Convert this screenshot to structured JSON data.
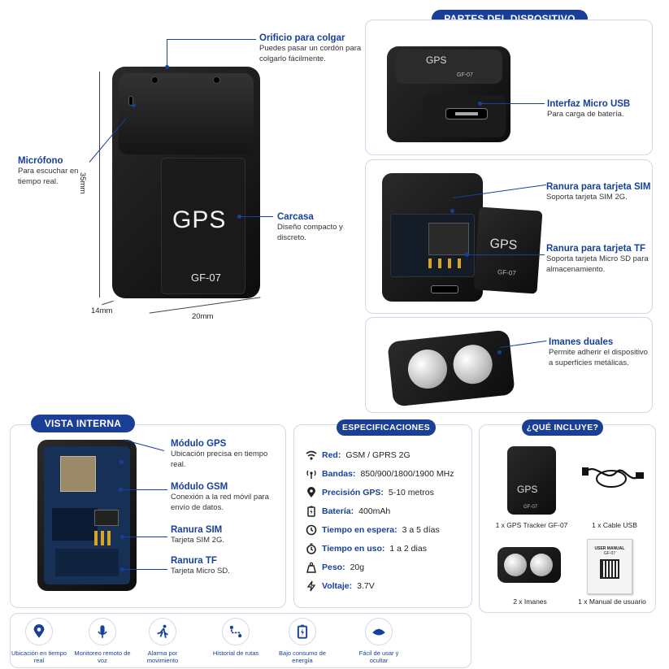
{
  "main_device": {
    "gps_label": "GPS",
    "model_label": "GF-07",
    "dims": {
      "height": "35mm",
      "depth": "14mm",
      "width": "20mm"
    },
    "callouts": [
      {
        "title": "Orificio para colgar",
        "desc": "Puedes pasar un cordón para colgarlo fácilmente."
      },
      {
        "title": "Micrófono",
        "desc": "Para escuchar en tiempo real."
      },
      {
        "title": "Carcasa",
        "desc": "Diseño compacto y discreto."
      }
    ]
  },
  "parts": {
    "heading": "PARTES DEL DISPOSITIVO",
    "usb": {
      "title": "Interfaz Micro USB",
      "desc": "Para carga de batería.",
      "device_label": "GPS",
      "device_model": "GF-07"
    },
    "sim": {
      "title": "Ranura para tarjeta SIM",
      "desc": "Soporta tarjeta SIM 2G."
    },
    "tf": {
      "title": "Ranura para tarjeta TF",
      "desc": "Soporta tarjeta Micro SD para almacenamiento.",
      "cover_label": "GPS",
      "cover_model": "GF-07"
    },
    "magnets": {
      "title": "Imanes duales",
      "desc": "Permite adherir el dispositivo a superficies metálicas."
    }
  },
  "internal": {
    "heading": "VISTA INTERNA",
    "items": [
      {
        "title": "Módulo GPS",
        "desc": "Ubicación precisa en tiempo real."
      },
      {
        "title": "Módulo GSM",
        "desc": "Conexión a la red móvil para envío de datos."
      },
      {
        "title": "Ranura SIM",
        "desc": "Tarjeta SIM 2G."
      },
      {
        "title": "Ranura TF",
        "desc": "Tarjeta Micro SD."
      }
    ]
  },
  "specs": {
    "heading": "ESPECIFICACIONES",
    "rows": [
      {
        "icon": "signal-icon",
        "label": "Red:",
        "value": "GSM / GPRS 2G"
      },
      {
        "icon": "antenna-icon",
        "label": "Bandas:",
        "value": "850/900/1800/1900 MHz"
      },
      {
        "icon": "location-pin-icon",
        "label": "Precisión GPS:",
        "value": "5-10 metros"
      },
      {
        "icon": "battery-icon",
        "label": "Batería:",
        "value": "400mAh"
      },
      {
        "icon": "clock-icon",
        "label": "Tiempo en espera:",
        "value": "3 a 5 días"
      },
      {
        "icon": "timer-icon",
        "label": "Tiempo en uso:",
        "value": "1 a 2 dias"
      },
      {
        "icon": "weight-icon",
        "label": "Peso:",
        "value": "20g"
      },
      {
        "icon": "bolt-icon",
        "label": "Voltaje:",
        "value": "3.7V"
      }
    ]
  },
  "includes": {
    "heading": "¿QUÉ INCLUYE?",
    "items": [
      {
        "caption": "1 x GPS Tracker GF-07",
        "label": "GPS",
        "model": "GF-07"
      },
      {
        "caption": "1 x Cable USB"
      },
      {
        "caption": "2 x Imanes"
      },
      {
        "caption": "1 x Manual de usuario",
        "manual_title": "USER MANUAL",
        "manual_model": "GF-07"
      }
    ]
  },
  "features": [
    {
      "icon": "location-pin-icon",
      "label": "Ubicación en tiempo real"
    },
    {
      "icon": "microphone-icon",
      "label": "Monitoreo remoto de voz"
    },
    {
      "icon": "running-person-icon",
      "label": "Alarma por movimiento"
    },
    {
      "icon": "route-icon",
      "label": "Historial de rutas"
    },
    {
      "icon": "battery-icon",
      "label": "Bajo consumo de energía"
    },
    {
      "icon": "hide-icon",
      "label": "Fácil de usar y ocultar"
    }
  ],
  "colors": {
    "accent": "#1b3f97",
    "panel_border": "#cfd8ea"
  }
}
